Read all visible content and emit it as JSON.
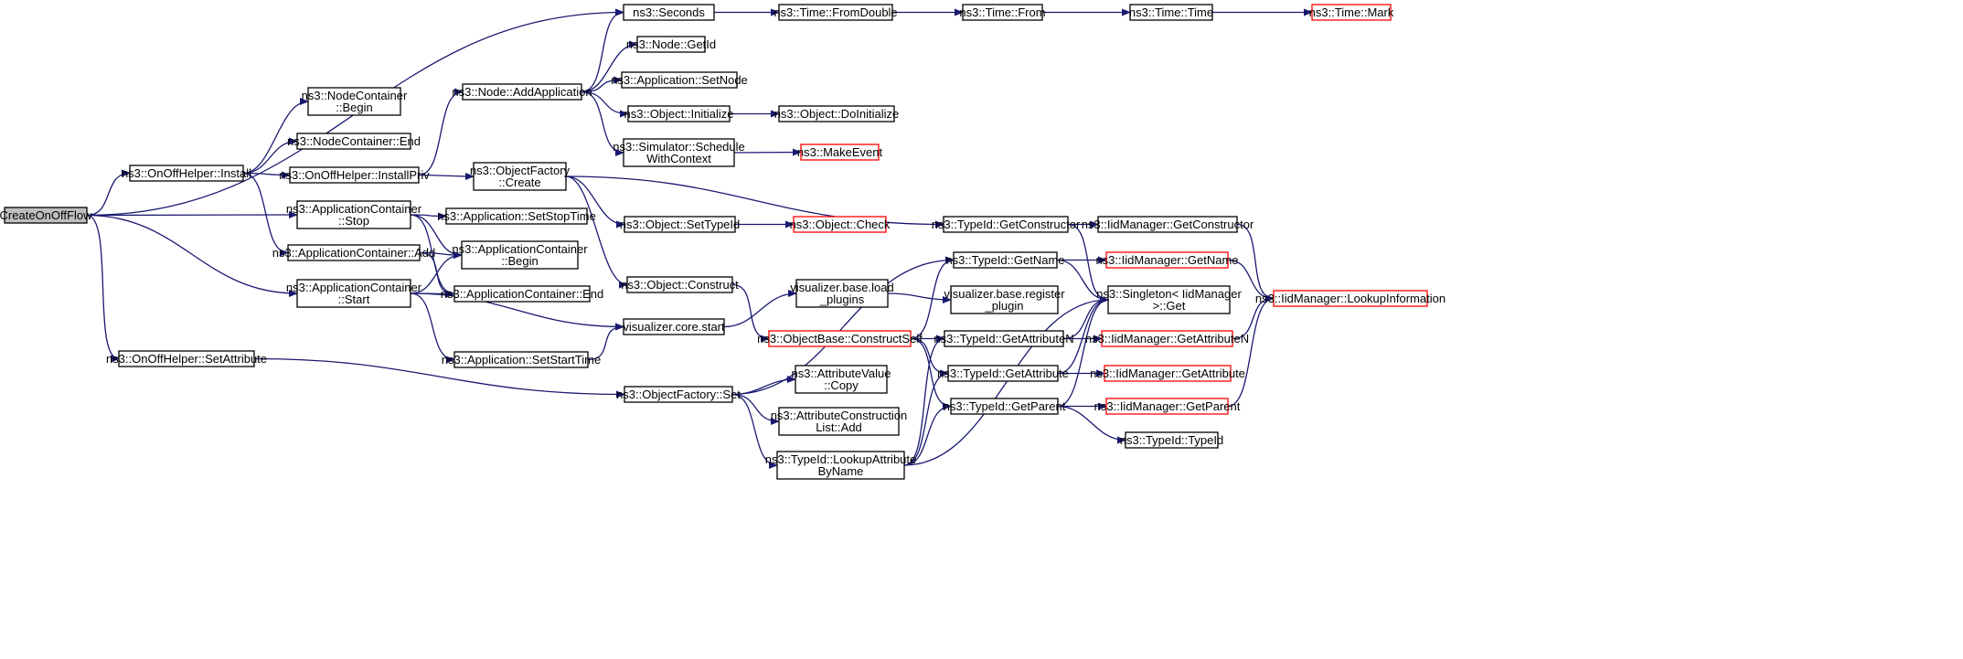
{
  "colors": {
    "edge": "#191970",
    "root_fill": "#bfbfbf",
    "truncated_border": "#ff0000",
    "node_border": "#000000"
  },
  "nodes": [
    {
      "id": "createOnOffFlow",
      "lines": [
        "CreateOnOffFlow"
      ],
      "root": true
    },
    {
      "id": "onoffInstall",
      "lines": [
        "ns3::OnOffHelper::Install"
      ]
    },
    {
      "id": "onoffSetAttr",
      "lines": [
        "ns3::OnOffHelper::SetAttribute"
      ]
    },
    {
      "id": "ncBegin",
      "lines": [
        "ns3::NodeContainer",
        "::Begin"
      ]
    },
    {
      "id": "ncEnd",
      "lines": [
        "ns3::NodeContainer::End"
      ]
    },
    {
      "id": "installPriv",
      "lines": [
        "ns3::OnOffHelper::InstallPriv"
      ]
    },
    {
      "id": "acStop",
      "lines": [
        "ns3::ApplicationContainer",
        "::Stop"
      ]
    },
    {
      "id": "acAdd",
      "lines": [
        "ns3::ApplicationContainer::Add"
      ]
    },
    {
      "id": "acStart",
      "lines": [
        "ns3::ApplicationContainer",
        "::Start"
      ]
    },
    {
      "id": "nodeAddApp",
      "lines": [
        "ns3::Node::AddApplication"
      ]
    },
    {
      "id": "ofCreate",
      "lines": [
        "ns3::ObjectFactory",
        "::Create"
      ]
    },
    {
      "id": "appSetStop",
      "lines": [
        "ns3::Application::SetStopTime"
      ]
    },
    {
      "id": "acBegin",
      "lines": [
        "ns3::ApplicationContainer",
        "::Begin"
      ]
    },
    {
      "id": "acEnd",
      "lines": [
        "ns3::ApplicationContainer::End"
      ]
    },
    {
      "id": "appSetStart",
      "lines": [
        "ns3::Application::SetStartTime"
      ]
    },
    {
      "id": "seconds",
      "lines": [
        "ns3::Seconds"
      ]
    },
    {
      "id": "nodeGetId",
      "lines": [
        "ns3::Node::GetId"
      ]
    },
    {
      "id": "appSetNode",
      "lines": [
        "ns3::Application::SetNode"
      ]
    },
    {
      "id": "objInit",
      "lines": [
        "ns3::Object::Initialize"
      ]
    },
    {
      "id": "simSched",
      "lines": [
        "ns3::Simulator::Schedule",
        "WithContext"
      ]
    },
    {
      "id": "objSetTid",
      "lines": [
        "ns3::Object::SetTypeId"
      ]
    },
    {
      "id": "objConstruct",
      "lines": [
        "ns3::Object::Construct"
      ]
    },
    {
      "id": "vizCoreStart",
      "lines": [
        "visualizer.core.start"
      ]
    },
    {
      "id": "ofSet",
      "lines": [
        "ns3::ObjectFactory::Set"
      ]
    },
    {
      "id": "timeFromDouble",
      "lines": [
        "ns3::Time::FromDouble"
      ]
    },
    {
      "id": "objDoInit",
      "lines": [
        "ns3::Object::DoInitialize"
      ]
    },
    {
      "id": "makeEvent",
      "lines": [
        "ns3::MakeEvent"
      ],
      "truncated": true
    },
    {
      "id": "objCheck",
      "lines": [
        "ns3::Object::Check"
      ],
      "truncated": true
    },
    {
      "id": "vizLoad",
      "lines": [
        "visualizer.base.load",
        "_plugins"
      ]
    },
    {
      "id": "objBaseCS",
      "lines": [
        "ns3::ObjectBase::ConstructSelf"
      ],
      "truncated": true
    },
    {
      "id": "attrValCopy",
      "lines": [
        "ns3::AttributeValue",
        "::Copy"
      ]
    },
    {
      "id": "attrConsAdd",
      "lines": [
        "ns3::AttributeConstruction",
        "List::Add"
      ]
    },
    {
      "id": "tidLookup",
      "lines": [
        "ns3::TypeId::LookupAttribute",
        "ByName"
      ]
    },
    {
      "id": "timeFrom",
      "lines": [
        "ns3::Time::From"
      ]
    },
    {
      "id": "tidGetCons",
      "lines": [
        "ns3::TypeId::GetConstructor"
      ]
    },
    {
      "id": "tidGetName",
      "lines": [
        "ns3::TypeId::GetName"
      ]
    },
    {
      "id": "vizRegister",
      "lines": [
        "visualizer.base.register",
        "_plugin"
      ]
    },
    {
      "id": "tidGetAttrN",
      "lines": [
        "ns3::TypeId::GetAttributeN"
      ]
    },
    {
      "id": "tidGetAttr",
      "lines": [
        "ns3::TypeId::GetAttribute"
      ]
    },
    {
      "id": "tidGetParent",
      "lines": [
        "ns3::TypeId::GetParent"
      ]
    },
    {
      "id": "timeTime",
      "lines": [
        "ns3::Time::Time"
      ]
    },
    {
      "id": "iidGetCons",
      "lines": [
        "ns3::IidManager::GetConstructor"
      ]
    },
    {
      "id": "iidGetName",
      "lines": [
        "ns3::IidManager::GetName"
      ],
      "truncated": true
    },
    {
      "id": "singletonGet",
      "lines": [
        "ns3::Singleton< IidManager",
        ">::Get"
      ]
    },
    {
      "id": "iidGetAttrN",
      "lines": [
        "ns3::IidManager::GetAttributeN"
      ],
      "truncated": true
    },
    {
      "id": "iidGetAttr",
      "lines": [
        "ns3::IidManager::GetAttribute"
      ],
      "truncated": true
    },
    {
      "id": "iidGetParent",
      "lines": [
        "ns3::IidManager::GetParent"
      ],
      "truncated": true
    },
    {
      "id": "tidTypeId",
      "lines": [
        "ns3::TypeId::TypeId"
      ]
    },
    {
      "id": "timeMark",
      "lines": [
        "ns3::Time::Mark"
      ],
      "truncated": true
    },
    {
      "id": "iidLookupInfo",
      "lines": [
        "ns3::IidManager::LookupInformation"
      ],
      "truncated": true
    }
  ]
}
